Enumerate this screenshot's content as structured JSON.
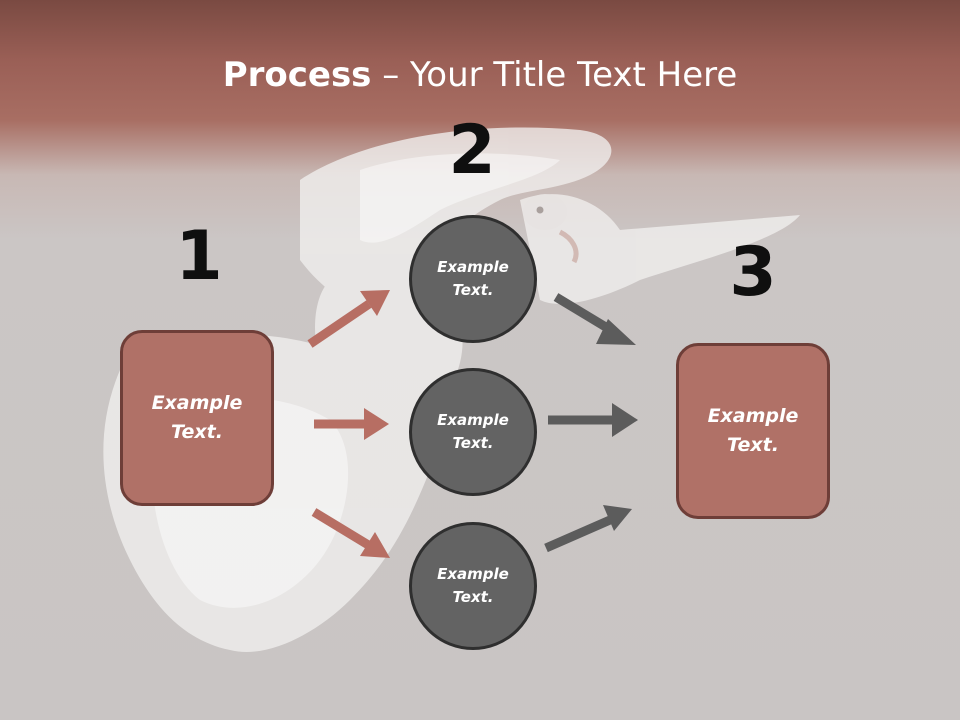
{
  "title": {
    "bold": "Process",
    "rest": " – Your Title Text Here"
  },
  "steps": {
    "one": "1",
    "two": "2",
    "three": "3"
  },
  "left_box": {
    "text": "Example Text."
  },
  "circles": [
    {
      "text": "Example Text."
    },
    {
      "text": "Example Text."
    },
    {
      "text": "Example Text."
    }
  ],
  "right_box": {
    "text": "Example Text."
  },
  "colors": {
    "accent": "#b07167",
    "circle": "#636363",
    "arrow_left": "#b76e63",
    "arrow_right": "#5c5c5c"
  }
}
